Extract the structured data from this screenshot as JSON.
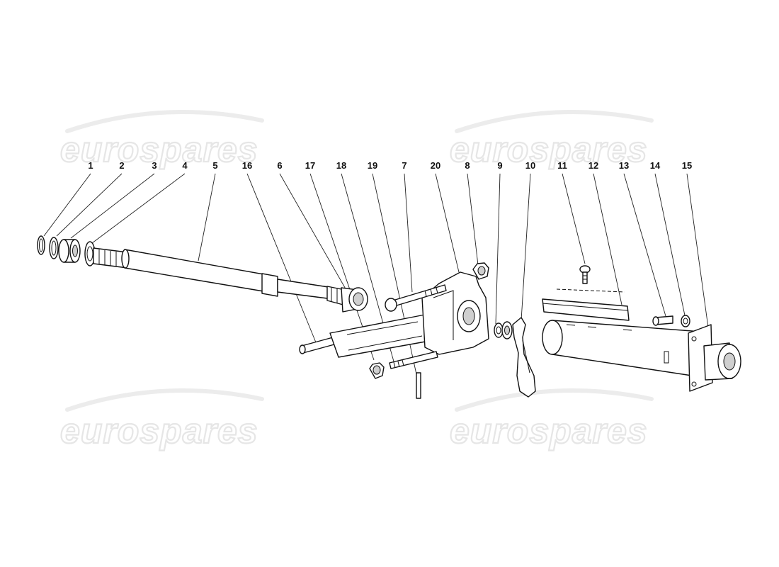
{
  "watermark": {
    "text": "eurospares"
  },
  "labels": [
    {
      "id": "1",
      "text": "1"
    },
    {
      "id": "2",
      "text": "2"
    },
    {
      "id": "3",
      "text": "3"
    },
    {
      "id": "4",
      "text": "4"
    },
    {
      "id": "5",
      "text": "5"
    },
    {
      "id": "16",
      "text": "16"
    },
    {
      "id": "6",
      "text": "6"
    },
    {
      "id": "17",
      "text": "17"
    },
    {
      "id": "18",
      "text": "18"
    },
    {
      "id": "19",
      "text": "19"
    },
    {
      "id": "7",
      "text": "7"
    },
    {
      "id": "20",
      "text": "20"
    },
    {
      "id": "8",
      "text": "8"
    },
    {
      "id": "9",
      "text": "9"
    },
    {
      "id": "10",
      "text": "10"
    },
    {
      "id": "11",
      "text": "11"
    },
    {
      "id": "12",
      "text": "12"
    },
    {
      "id": "13",
      "text": "13"
    },
    {
      "id": "14",
      "text": "14"
    },
    {
      "id": "15",
      "text": "15"
    }
  ]
}
